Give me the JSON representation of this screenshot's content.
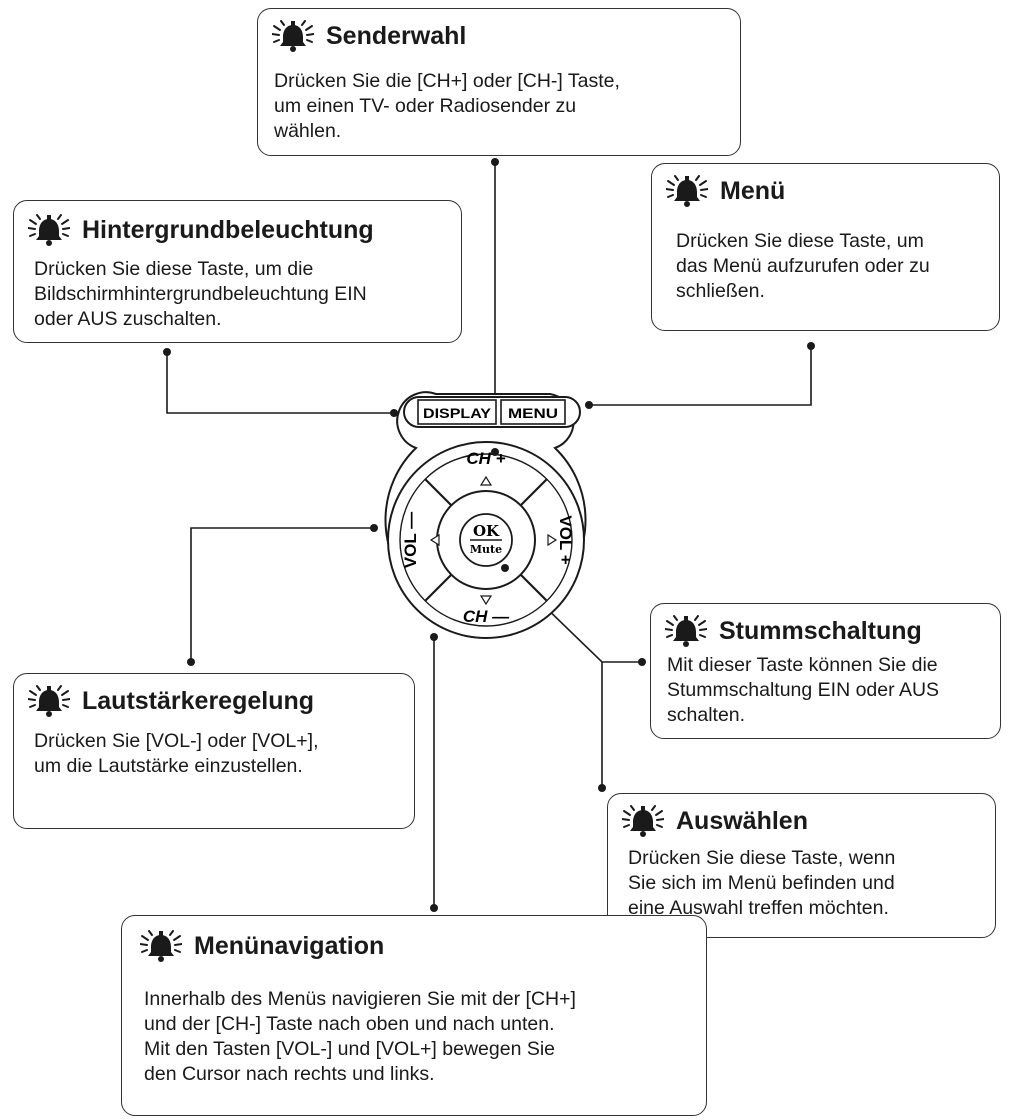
{
  "callouts": {
    "senderwahl": {
      "title": "Senderwahl",
      "lines": [
        "Drücken Sie die [CH+] oder [CH-] Taste,",
        "um einen TV- oder Radiosender zu",
        "wählen."
      ]
    },
    "menu": {
      "title": "Menü",
      "lines": [
        "Drücken Sie diese Taste, um",
        "das Menü aufzurufen oder zu",
        "schließen."
      ]
    },
    "backlight": {
      "title": "Hintergrundbeleuchtung",
      "lines": [
        "Drücken Sie diese Taste, um die",
        "Bildschirmhintergrundbeleuchtung EIN",
        "oder AUS zuschalten."
      ]
    },
    "mute": {
      "title": "Stummschaltung",
      "lines": [
        "Mit dieser Taste können Sie die",
        "Stummschaltung EIN oder AUS",
        "schalten."
      ]
    },
    "volume": {
      "title": "Lautstärkeregelung",
      "lines": [
        "Drücken Sie [VOL-] oder [VOL+],",
        "um die Lautstärke einzustellen."
      ]
    },
    "select": {
      "title": "Auswählen",
      "lines": [
        "Drücken Sie diese Taste, wenn",
        "Sie sich im Menü befinden und",
        "eine Auswahl treffen möchten."
      ]
    },
    "navigation": {
      "title": "Menünavigation",
      "lines": [
        "Innerhalb des Menüs navigieren Sie mit der [CH+]",
        "und der [CH-] Taste nach oben und nach unten.",
        "Mit den Tasten [VOL-] und [VOL+] bewegen Sie",
        "den Cursor nach rechts und links."
      ]
    }
  },
  "remote": {
    "display_label": "DISPLAY",
    "menu_label": "MENU",
    "ch_plus": "CH +",
    "ch_minus": "CH —",
    "vol_minus": "VOL —",
    "vol_plus": "VOL +",
    "ok_label": "OK",
    "mute_label": "Mute"
  },
  "colors": {
    "line": "#1a1a1a",
    "border": "#333333"
  }
}
